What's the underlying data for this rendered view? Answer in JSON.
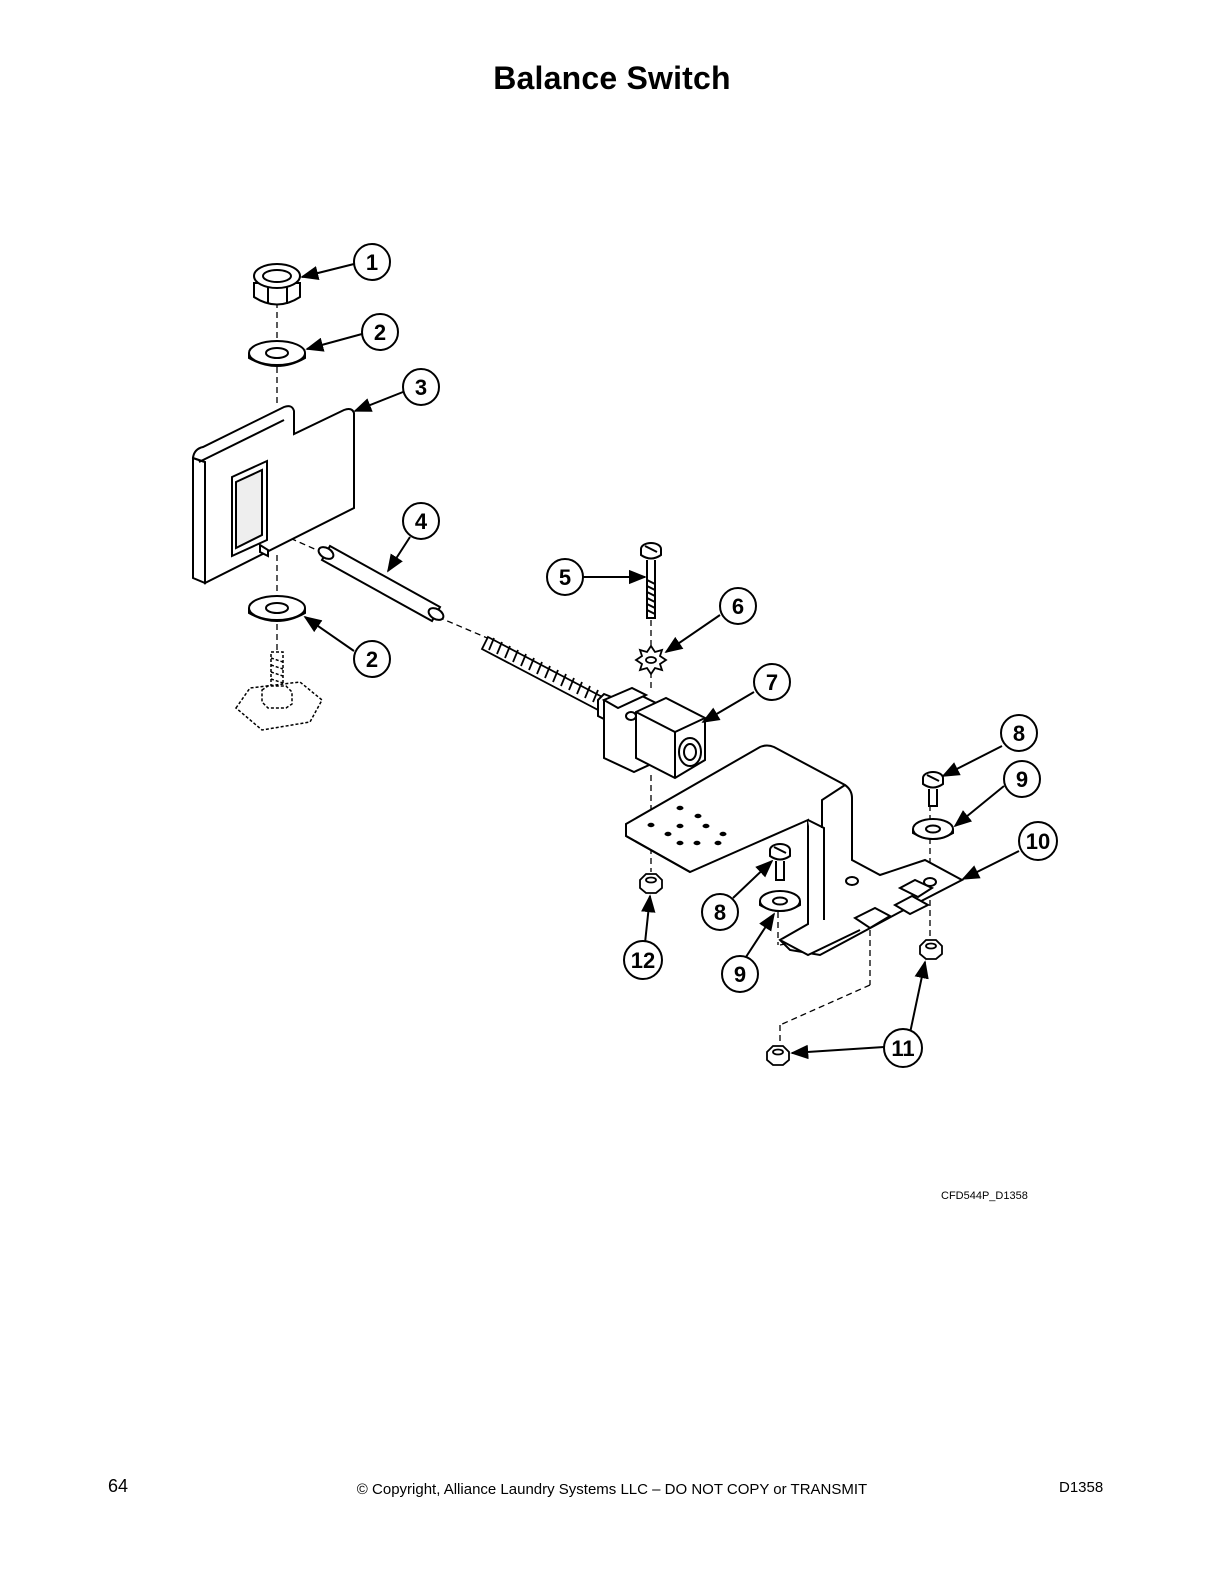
{
  "title": "Balance Switch",
  "figure_code": "CFD544P_D1358",
  "footer": {
    "page_number": "64",
    "copyright": "© Copyright, Alliance Laundry Systems LLC – DO NOT COPY or TRANSMIT",
    "doc_id": "D1358"
  },
  "callouts": [
    "1",
    "2",
    "3",
    "4",
    "5",
    "6",
    "7",
    "2",
    "8",
    "9",
    "10",
    "8",
    "9",
    "12",
    "11"
  ]
}
